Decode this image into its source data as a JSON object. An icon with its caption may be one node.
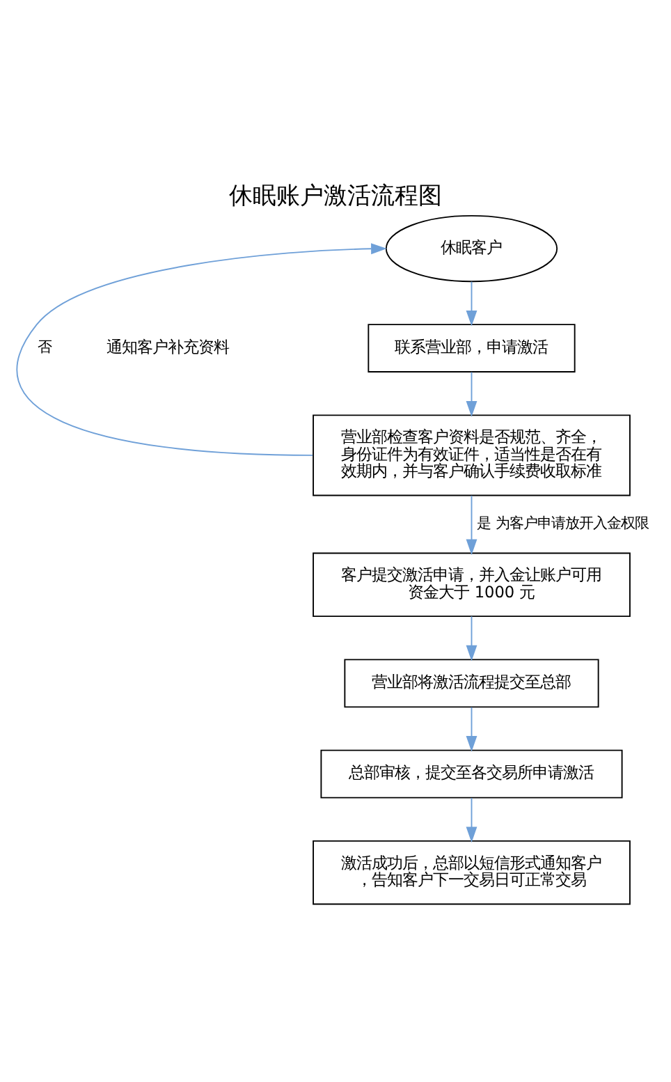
{
  "diagram": {
    "title": "休眠账户激活流程图",
    "nodes": [
      {
        "text": [
          "休眠客户"
        ]
      },
      {
        "text": [
          "联系营业部，申请激活"
        ]
      },
      {
        "text": [
          "营业部检查客户资料是否规范、齐全，身份证件为有效证件，适当性是否在有效期内，并与客户确认手续费收取标准"
        ]
      },
      {
        "text": [
          "客户提交激活申请，并入金让账户可用资金大于 1000 元"
        ]
      },
      {
        "text": [
          "营业部将激活流程提交至总部"
        ]
      },
      {
        "text": [
          "总部审核，提交至各交易所申请激活"
        ]
      },
      {
        "text": [
          "激活成功后，总部以短信形式通知客户，告知客户下一交易日可正常交易"
        ]
      }
    ],
    "edges": [
      {
        "from": 0,
        "to": 1,
        "arrow": "to"
      },
      {
        "from": 1,
        "to": 2,
        "arrow": "to"
      },
      {
        "from": 2,
        "to": 3,
        "arrow": "to",
        "label": "是 为客户申请放开入金权限"
      },
      {
        "from": 3,
        "to": 4,
        "arrow": "to"
      },
      {
        "from": 4,
        "to": 5,
        "arrow": "to"
      },
      {
        "from": 5,
        "to": 6,
        "arrow": "to"
      },
      {
        "from": 2,
        "to": 0,
        "arrow": "to",
        "label": "否"
      }
    ],
    "labels": [
      "通知客户补充资料"
    ]
  }
}
